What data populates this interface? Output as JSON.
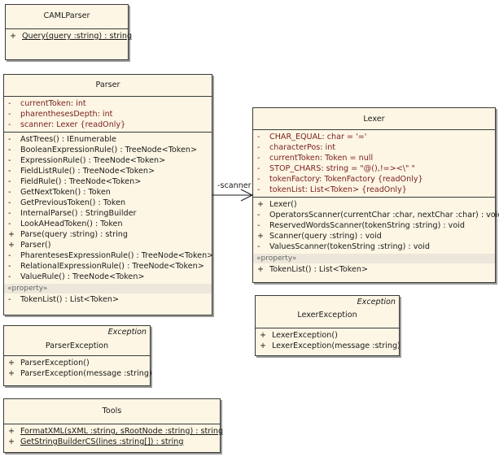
{
  "classes": {
    "caml": {
      "name": "CAMLParser",
      "methods": [
        {
          "vis": "+",
          "text": "Query(query :string) : string"
        }
      ]
    },
    "parser": {
      "name": "Parser",
      "fields": [
        {
          "vis": "-",
          "text": "currentToken:  int"
        },
        {
          "vis": "-",
          "text": "pharenthesesDepth:  int"
        },
        {
          "vis": "-",
          "text": "scanner:  Lexer {readOnly}"
        }
      ],
      "methods": [
        {
          "vis": "-",
          "text": "AstTrees() : IEnumerable"
        },
        {
          "vis": "-",
          "text": "BooleanExpressionRule() : TreeNode<Token>"
        },
        {
          "vis": "-",
          "text": "ExpressionRule() : TreeNode<Token>"
        },
        {
          "vis": "-",
          "text": "FieldListRule() : TreeNode<Token>"
        },
        {
          "vis": "-",
          "text": "FieldRule() : TreeNode<Token>"
        },
        {
          "vis": "-",
          "text": "GetNextToken() : Token"
        },
        {
          "vis": "-",
          "text": "GetPreviousToken() : Token"
        },
        {
          "vis": "-",
          "text": "InternalParse() : StringBuilder"
        },
        {
          "vis": "-",
          "text": "LookAHeadToken() : Token"
        },
        {
          "vis": "+",
          "text": "Parse(query :string) : string"
        },
        {
          "vis": "+",
          "text": "Parser()"
        },
        {
          "vis": "-",
          "text": "PharentesesExpressionRule() : TreeNode<Token>"
        },
        {
          "vis": "-",
          "text": "RelationalExpressionRule() : TreeNode<Token>"
        },
        {
          "vis": "-",
          "text": "ValueRule() : TreeNode<Token>"
        }
      ],
      "property_label": "«property»",
      "properties": [
        {
          "vis": "-",
          "text": "TokenList() : List<Token>"
        }
      ]
    },
    "lexer": {
      "name": "Lexer",
      "fields": [
        {
          "vis": "-",
          "text": "CHAR_EQUAL:  char = '='"
        },
        {
          "vis": "-",
          "text": "characterPos:  int"
        },
        {
          "vis": "-",
          "text": "currentToken:  Token = null"
        },
        {
          "vis": "-",
          "text": "STOP_CHARS:  string = \"@(),!=><\\\" \""
        },
        {
          "vis": "-",
          "text": "tokenFactory:  TokenFactory {readOnly}"
        },
        {
          "vis": "-",
          "text": "tokenList:  List<Token> {readOnly}"
        }
      ],
      "methods": [
        {
          "vis": "+",
          "text": "Lexer()"
        },
        {
          "vis": "-",
          "text": "OperatorsScanner(currentChar :char, nextChar :char) : void"
        },
        {
          "vis": "-",
          "text": "ReservedWordsScanner(tokenString :string) : void"
        },
        {
          "vis": "+",
          "text": "Scanner(query :string) : void"
        },
        {
          "vis": "-",
          "text": "ValuesScanner(tokenString :string) : void"
        }
      ],
      "property_label": "«property»",
      "properties": [
        {
          "vis": "+",
          "text": "TokenList() : List<Token>"
        }
      ]
    },
    "lexer_exception": {
      "stereotype": "Exception",
      "name": "LexerException",
      "methods": [
        {
          "vis": "+",
          "text": "LexerException()"
        },
        {
          "vis": "+",
          "text": "LexerException(message :string)"
        }
      ]
    },
    "parser_exception": {
      "stereotype": "Exception",
      "name": "ParserException",
      "methods": [
        {
          "vis": "+",
          "text": "ParserException()"
        },
        {
          "vis": "+",
          "text": "ParserException(message :string)"
        }
      ]
    },
    "tools": {
      "name": "Tools",
      "methods": [
        {
          "vis": "+",
          "text": "FormatXML(sXML :string, sRootNode :string) : string"
        },
        {
          "vis": "+",
          "text": "GetStringBuilderCS(lines :string[]) : string"
        }
      ]
    }
  },
  "association": {
    "label": "-scanner"
  }
}
